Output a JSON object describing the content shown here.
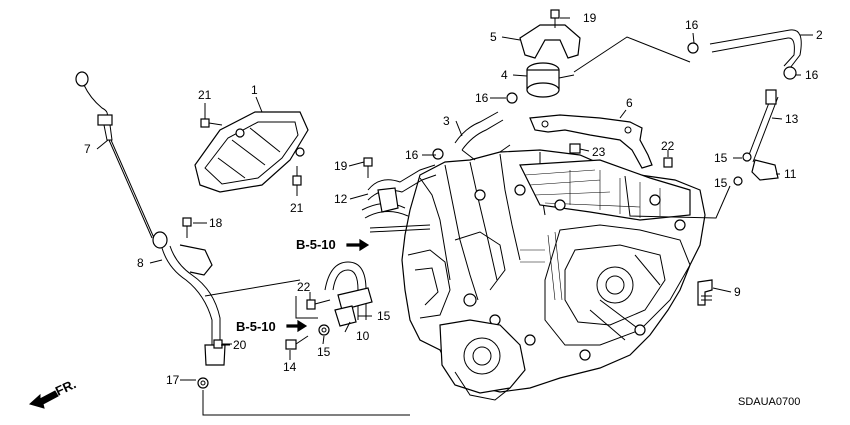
{
  "diagram": {
    "callouts": [
      {
        "id": "c1",
        "label": "1"
      },
      {
        "id": "c2",
        "label": "2"
      },
      {
        "id": "c3",
        "label": "3"
      },
      {
        "id": "c4",
        "label": "4"
      },
      {
        "id": "c5",
        "label": "5"
      },
      {
        "id": "c6",
        "label": "6"
      },
      {
        "id": "c7",
        "label": "7"
      },
      {
        "id": "c8",
        "label": "8"
      },
      {
        "id": "c9",
        "label": "9"
      },
      {
        "id": "c10",
        "label": "10"
      },
      {
        "id": "c11",
        "label": "11"
      },
      {
        "id": "c12",
        "label": "12"
      },
      {
        "id": "c13",
        "label": "13"
      },
      {
        "id": "c14",
        "label": "14"
      },
      {
        "id": "c15a",
        "label": "15"
      },
      {
        "id": "c15b",
        "label": "15"
      },
      {
        "id": "c15c",
        "label": "15"
      },
      {
        "id": "c15d",
        "label": "15"
      },
      {
        "id": "c16a",
        "label": "16"
      },
      {
        "id": "c16b",
        "label": "16"
      },
      {
        "id": "c16c",
        "label": "16"
      },
      {
        "id": "c16d",
        "label": "16"
      },
      {
        "id": "c17",
        "label": "17"
      },
      {
        "id": "c18",
        "label": "18"
      },
      {
        "id": "c19a",
        "label": "19"
      },
      {
        "id": "c19b",
        "label": "19"
      },
      {
        "id": "c20",
        "label": "20"
      },
      {
        "id": "c21a",
        "label": "21"
      },
      {
        "id": "c21b",
        "label": "21"
      },
      {
        "id": "c22a",
        "label": "22"
      },
      {
        "id": "c22b",
        "label": "22"
      },
      {
        "id": "c23",
        "label": "23"
      }
    ],
    "references": {
      "ref_upper": "B-5-10",
      "ref_lower": "B-5-10"
    },
    "front_indicator": "FR.",
    "diagram_code": "SDAUA0700"
  }
}
